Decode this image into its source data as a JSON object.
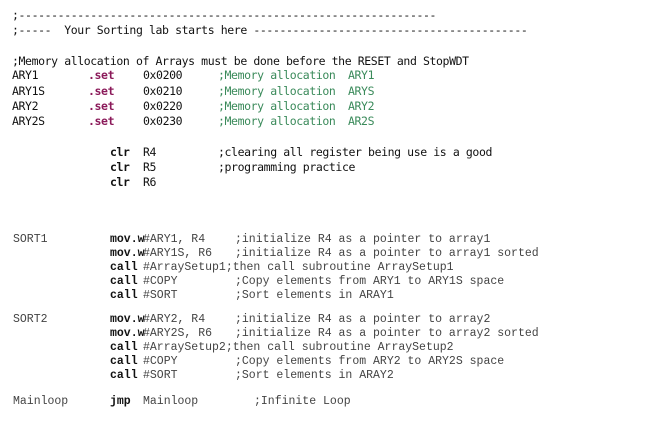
{
  "header": {
    "rule": ";----------------------------------------------------------------",
    "title": ";-----  Your Sorting lab starts here ------------------------------------------"
  },
  "memory_note": ";Memory allocation of Arrays must be done before the RESET and StopWDT",
  "sets": [
    {
      "label": "ARY1",
      "directive": ".set",
      "value": "0x0200",
      "comment": ";Memory allocation",
      "target": "ARY1"
    },
    {
      "label": "ARY1S",
      "directive": ".set",
      "value": "0x0210",
      "comment": ";Memory allocation",
      "target": "ARYS"
    },
    {
      "label": "ARY2",
      "directive": ".set",
      "value": "0x0220",
      "comment": ";Memory allocation",
      "target": "ARY2"
    },
    {
      "label": "ARY2S",
      "directive": ".set",
      "value": "0x0230",
      "comment": ";Memory allocation",
      "target": "AR2S"
    }
  ],
  "clears": [
    {
      "op": "clr",
      "arg": "R4",
      "comment": ";clearing all register being use is a good"
    },
    {
      "op": "clr",
      "arg": "R5",
      "comment": ";programming practice"
    },
    {
      "op": "clr",
      "arg": "R6",
      "comment": ""
    }
  ],
  "sort1": [
    {
      "label": "SORT1",
      "op": "mov.w",
      "arg": "#ARY1, R4",
      "comment": ";initialize R4 as a pointer to array1"
    },
    {
      "label": "",
      "op": "mov.w",
      "arg": "#ARY1S, R6",
      "comment": ";initialize R4 as a pointer to array1 sorted"
    },
    {
      "label": "",
      "op": "call",
      "arg": "#ArraySetup1;then call subroutine ArraySetup1",
      "comment": ""
    },
    {
      "label": "",
      "op": "call",
      "arg": "#COPY",
      "comment": ";Copy elements from ARY1 to ARY1S space"
    },
    {
      "label": "",
      "op": "call",
      "arg": "#SORT",
      "comment": ";Sort elements in ARAY1"
    }
  ],
  "sort2": [
    {
      "label": "SORT2",
      "op": "mov.w",
      "arg": "#ARY2, R4",
      "comment": ";initialize R4 as a pointer to array2"
    },
    {
      "label": "",
      "op": "mov.w",
      "arg": "#ARY2S, R6",
      "comment": ";initialize R4 as a pointer to array2 sorted"
    },
    {
      "label": "",
      "op": "call",
      "arg": "#ArraySetup2;then call subroutine ArraySetup2",
      "comment": ""
    },
    {
      "label": "",
      "op": "call",
      "arg": "#COPY",
      "comment": ";Copy elements from ARY2 to ARY2S space"
    },
    {
      "label": "",
      "op": "call",
      "arg": "#SORT",
      "comment": ";Sort elements in ARAY2"
    }
  ],
  "mainloop": {
    "label": "Mainloop",
    "op": "jmp",
    "arg": "Mainloop",
    "comment": ";Infinite Loop"
  }
}
